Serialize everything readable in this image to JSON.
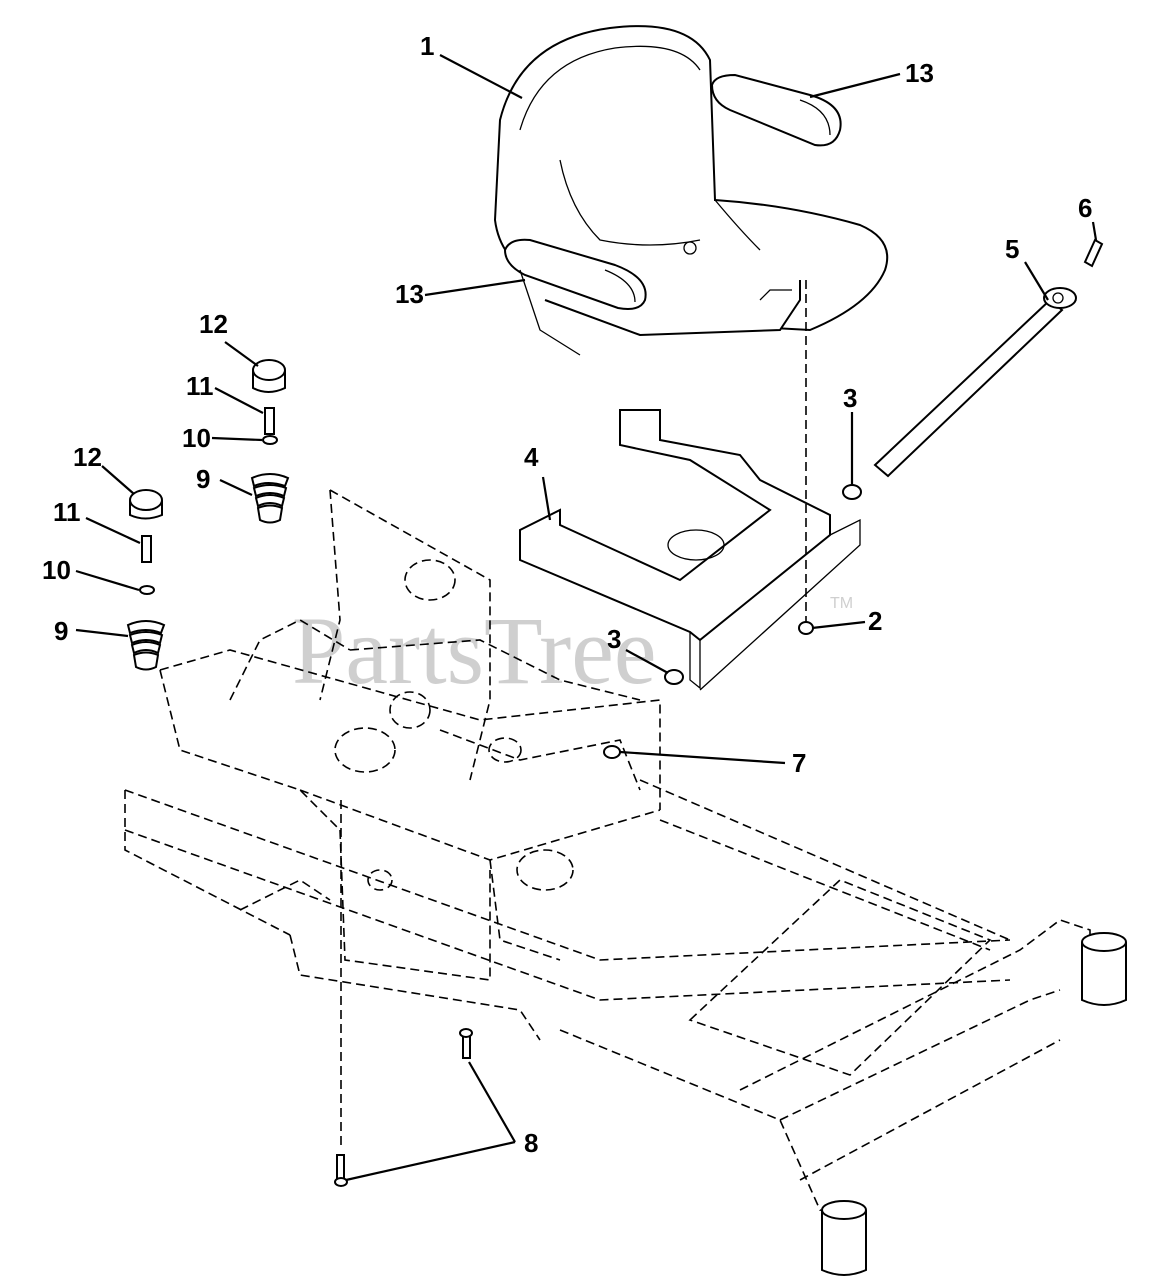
{
  "watermark": {
    "text": "PartsTree",
    "tm": "TM"
  },
  "callouts": [
    {
      "key": "c1",
      "label": "1"
    },
    {
      "key": "c2",
      "label": "2"
    },
    {
      "key": "c3a",
      "label": "3"
    },
    {
      "key": "c3b",
      "label": "3"
    },
    {
      "key": "c4",
      "label": "4"
    },
    {
      "key": "c5",
      "label": "5"
    },
    {
      "key": "c6",
      "label": "6"
    },
    {
      "key": "c7",
      "label": "7"
    },
    {
      "key": "c8",
      "label": "8"
    },
    {
      "key": "c9a",
      "label": "9"
    },
    {
      "key": "c9b",
      "label": "9"
    },
    {
      "key": "c10a",
      "label": "10"
    },
    {
      "key": "c10b",
      "label": "10"
    },
    {
      "key": "c11a",
      "label": "11"
    },
    {
      "key": "c11b",
      "label": "11"
    },
    {
      "key": "c12a",
      "label": "12"
    },
    {
      "key": "c12b",
      "label": "12"
    },
    {
      "key": "c13a",
      "label": "13"
    },
    {
      "key": "c13b",
      "label": "13"
    }
  ]
}
